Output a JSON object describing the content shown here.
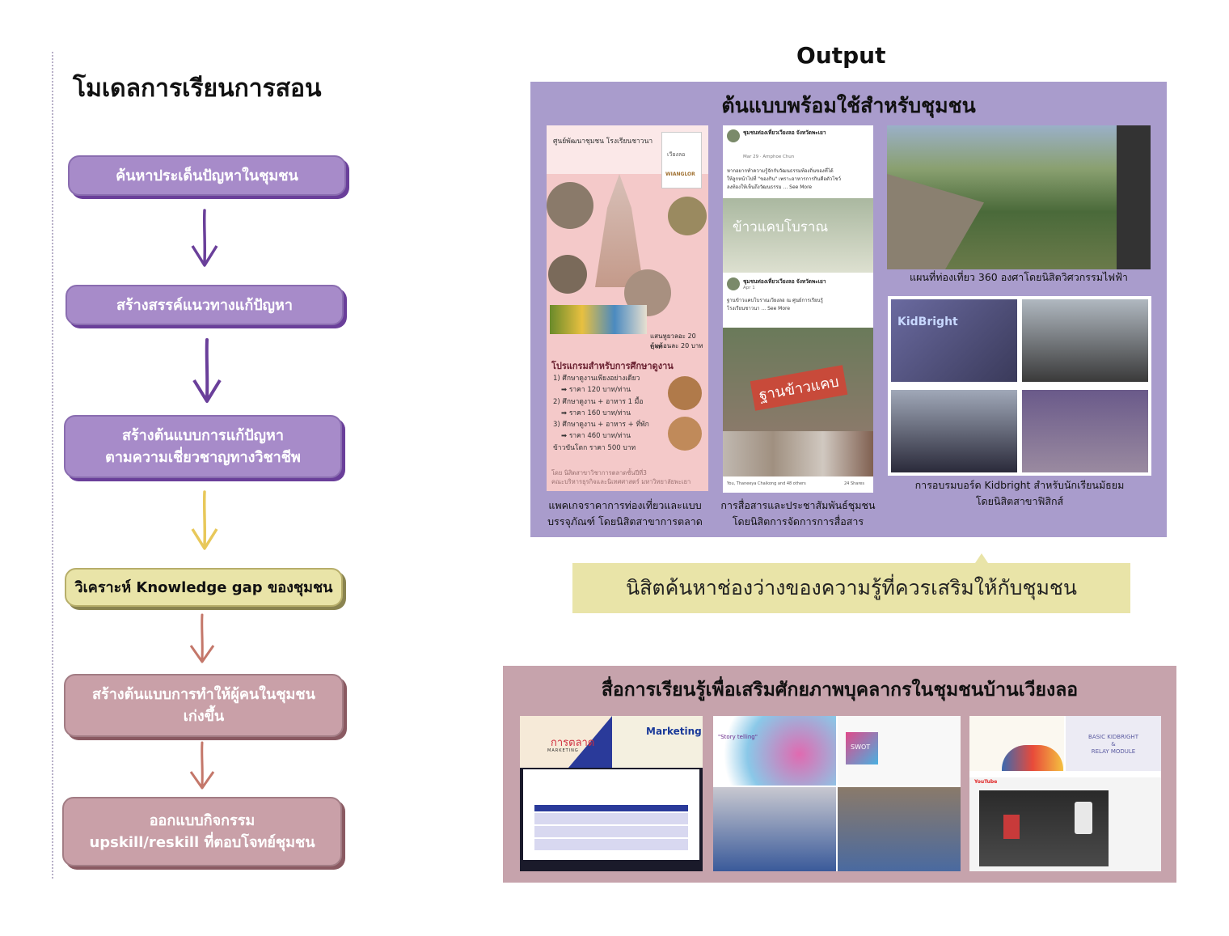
{
  "model": {
    "title": "โมเดลการเรียนการสอน",
    "steps": [
      {
        "lines": [
          "ค้นหาประเด็นปัญหาในชุมชน"
        ]
      },
      {
        "lines": [
          "สร้างสรรค์แนวทางแก้ปัญหา"
        ]
      },
      {
        "lines": [
          "สร้างต้นแบบการแก้ปัญหา",
          "ตามความเชี่ยวชาญทางวิชาชีพ"
        ]
      },
      {
        "lines": [
          "วิเคราะห์ Knowledge gap ของชุมชน"
        ]
      },
      {
        "lines": [
          "สร้างต้นแบบการทำให้ผู้คนในชุมชน",
          "เก่งขึ้น"
        ]
      },
      {
        "lines": [
          "ออกแบบกิจกรรม",
          "upskill/reskill ที่ตอบโจทย์ชุมชน"
        ]
      }
    ],
    "colors": {
      "purple": "#a78bc9",
      "yellow": "#e9e4a8",
      "rose": "#c9a0a8",
      "arrow_purple": "#6a3f9a",
      "arrow_yellow": "#e8c85a",
      "arrow_rose": "#c4776a"
    }
  },
  "output": {
    "title": "Output",
    "prototype_panel": {
      "title": "ต้นแบบพร้อมใช้สำหรับชุมชน",
      "captions": {
        "package": [
          "แพคเกจราคาการท่องเที่ยวและแบบ",
          "บรรจุภัณฑ์ โดยนิสิตสาขาการตลาด"
        ],
        "pr": [
          "การสื่อสารและประชาสัมพันธ์ชุมชน",
          "โดยนิสิตการจัดการการสื่อสาร"
        ],
        "map360": [
          "แผนที่ท่องเที่ยว 360 องศาโดยนิสิตวิศวกรรมไฟฟ้า"
        ],
        "kidbright": [
          "การอบรมบอร์ด Kidbright สำหรับนักเรียนมัธยม",
          "โดยนิสิตสาขาฟิสิกส์"
        ]
      },
      "poster": {
        "header": "ศูนย์พัฒนาชุมชน โรงเรียนชาวนา",
        "brand_top": "เวียงลอ",
        "brand": "WIANGLOR",
        "prices": [
          "แสนหูยวลอะ 20 บาท",
          "คุ้มค้อนละ 20 บาท"
        ],
        "program_title": "โปรแกรมสำหรับการศึกษาดูงาน",
        "program_items": [
          "1) ศึกษาดูงานเพียงอย่างเดียว",
          "➡ ราคา 120 บาท/ท่าน",
          "2) ศึกษาดูงาน + อาหาร 1 มื้อ",
          "➡ ราคา 160 บาท/ท่าน",
          "3) ศึกษาดูงาน + อาหาร + ที่พัก",
          "➡ ราคา 460 บาท/ท่าน",
          "ข้าวขันโตก ราคา 500 บาท"
        ],
        "footer": [
          "โดย นิสิตสาขาวิชาการตลาดชั้นปีที่3",
          "คณะบริหารธุรกิจและนิเทศศาสตร์ มหาวิทยาลัยพะเยา"
        ]
      },
      "fb": {
        "post1_name": "ชุมชนท่องเที่ยวเวียงลอ จังหวัดพะเยา",
        "post1_meta": "Mar 29 · Amphoe Chun",
        "post1_text": [
          "หากอยากทำความรู้จักกับวัฒนธรรมท้องถิ่นของที่ได้",
          "ให้ลูกหน้าไปที่ \"ของกิน\" เพราะอาหารการกินคือตัวโชว์",
          "ลงท้องให้เห็นถึงวัฒนธรรม ... See More"
        ],
        "rice_title": "ข้าวแคบโบราณ",
        "post2_name": "ชุมชนท่องเที่ยวเวียงลอ จังหวัดพะเยา",
        "post2_meta": "Apr 1",
        "post2_text": [
          "ฐานข้าวแคบโบราณเวียงลอ ณ ศูนย์การเรียนรู้",
          "โรงเรียนชาวนา ... See More"
        ],
        "sign": "ฐานข้าวแคบ",
        "reactions": "You, Thaneeya Chaikong and 48 others",
        "shares": "24 Shares"
      },
      "kidbright_text": "KidBright"
    },
    "gap_text": "นิสิตค้นหาช่องว่างของความรู้ที่ควรเสริมให้กับชุมชน",
    "media_panel": {
      "title": "สื่อการเรียนรู้เพื่อเสริมศักยภาพบุคลากรในชุมชนบ้านเวียงลอ",
      "marketing_th": "การตลาด",
      "marketing_sub": "MARKETING",
      "marketing_en": "Marketing",
      "storytelling": "\"Story telling\"",
      "swot": "SWOT",
      "basic_kidbright": [
        "BASIC KIDBRIGHT",
        "&",
        "RELAY MODULE"
      ],
      "youtube": "YouTube"
    }
  }
}
